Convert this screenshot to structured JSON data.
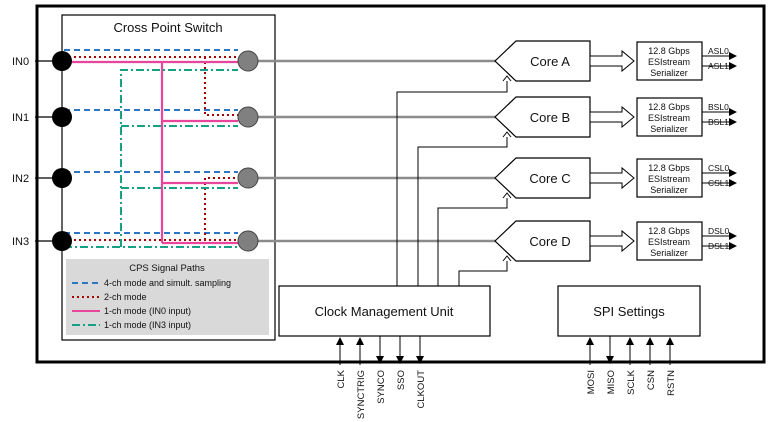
{
  "cross_point_switch": {
    "title": "Cross Point Switch",
    "inputs": [
      "IN0",
      "IN1",
      "IN2",
      "IN3"
    ]
  },
  "legend": {
    "title": "CPS Signal Paths",
    "items": [
      {
        "label": "4-ch mode and simult. sampling",
        "color": "#2e75c6",
        "style": "dashed"
      },
      {
        "label": "2-ch mode",
        "color": "#a30000",
        "style": "dotted"
      },
      {
        "label": "1-ch mode (IN0 input)",
        "color": "#e8459b",
        "style": "solid"
      },
      {
        "label": "1-ch mode (IN3 input)",
        "color": "#16a085",
        "style": "dash-dot"
      }
    ]
  },
  "cores": [
    {
      "name": "Core A",
      "serializer": [
        "12.8 Gbps",
        "ESIstream",
        "Serializer"
      ],
      "outputs": [
        "ASL0",
        "ASL1"
      ]
    },
    {
      "name": "Core B",
      "serializer": [
        "12.8 Gbps",
        "ESIstream",
        "Serializer"
      ],
      "outputs": [
        "BSL0",
        "BSL1"
      ]
    },
    {
      "name": "Core C",
      "serializer": [
        "12.8 Gbps",
        "ESIstream",
        "Serializer"
      ],
      "outputs": [
        "CSL0",
        "CSL1"
      ]
    },
    {
      "name": "Core D",
      "serializer": [
        "12.8 Gbps",
        "ESIstream",
        "Serializer"
      ],
      "outputs": [
        "DSL0",
        "DSL1"
      ]
    }
  ],
  "clock_unit": {
    "title": "Clock Management Unit",
    "pins": [
      "CLK",
      "SYNCTRIG",
      "SYNCO",
      "SSO",
      "CLKOUT"
    ]
  },
  "spi": {
    "title": "SPI Settings",
    "pins": [
      "MOSI",
      "MISO",
      "SCLK",
      "CSN",
      "RSTN"
    ]
  },
  "colors": {
    "blue": "#2e75c6",
    "red": "#a30000",
    "pink": "#e8459b",
    "green": "#16a085",
    "grey_line": "#8c8c8c",
    "legend_bg": "#d9d9d9"
  }
}
